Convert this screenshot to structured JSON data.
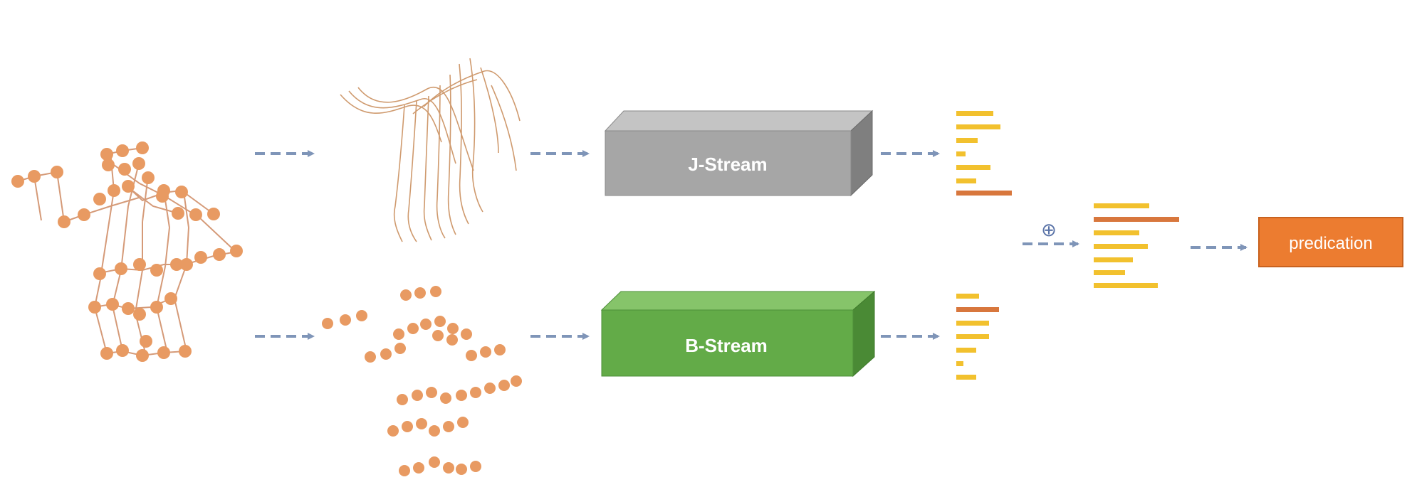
{
  "j_stream": {
    "label": "J-Stream",
    "face_color": "#a6a6a6",
    "top_color": "#c4c4c4",
    "side_color": "#7f7f7f"
  },
  "b_stream": {
    "label": "B-Stream",
    "face_color": "#63ab48",
    "top_color": "#86c46a",
    "side_color": "#4a8a35"
  },
  "fusion": {
    "symbol": "⊕"
  },
  "output": {
    "label": "predication",
    "color": "#ec7c30"
  },
  "colors": {
    "joint": "#e89a62",
    "bone_line": "#d59a78",
    "arrow": "#7f95b8",
    "bar_yellow": "#f2c12e",
    "bar_orange": "#d8773d"
  },
  "icons": [
    "skeleton-icon",
    "joint-trajectory-icon",
    "bone-points-icon",
    "score-bars-icon"
  ]
}
